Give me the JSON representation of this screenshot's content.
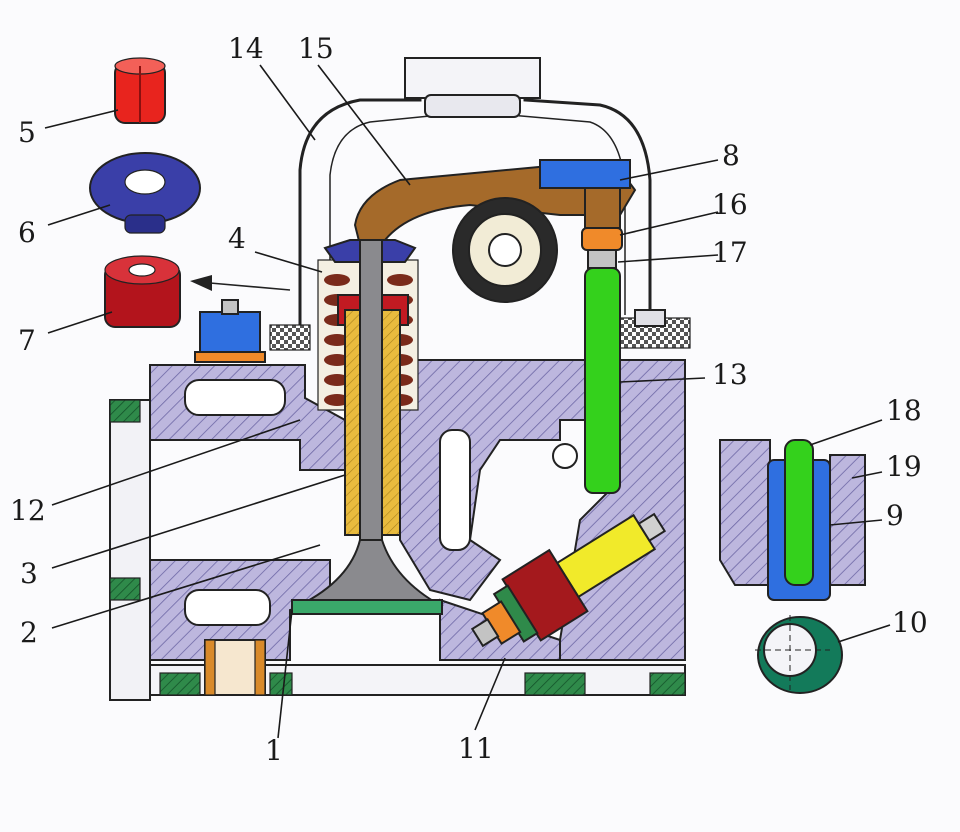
{
  "callouts": {
    "c1": "1",
    "c2": "2",
    "c3": "3",
    "c4": "4",
    "c5": "5",
    "c6": "6",
    "c7": "7",
    "c8": "8",
    "c9": "9",
    "c10": "10",
    "c11": "11",
    "c12": "12",
    "c13": "13",
    "c14": "14",
    "c15": "15",
    "c16": "16",
    "c17": "17",
    "c18": "18",
    "c19": "19"
  },
  "colors": {
    "housing": "#b9b3dc",
    "rocker": "#a56a2a",
    "green_rod": "#34d11c",
    "blue": "#2f6fe0",
    "navy_disc": "#3a3fa8",
    "red_part": "#c21a22",
    "orange_part": "#f08a2a",
    "gold_guide": "#e2b33a",
    "valve": "#8a8a8e",
    "yellow_plug": "#f1ea2a",
    "dark_red_plug": "#a4191d",
    "cam_green": "#137a5a"
  },
  "icons": {
    "arrow": "left-arrow-icon"
  }
}
